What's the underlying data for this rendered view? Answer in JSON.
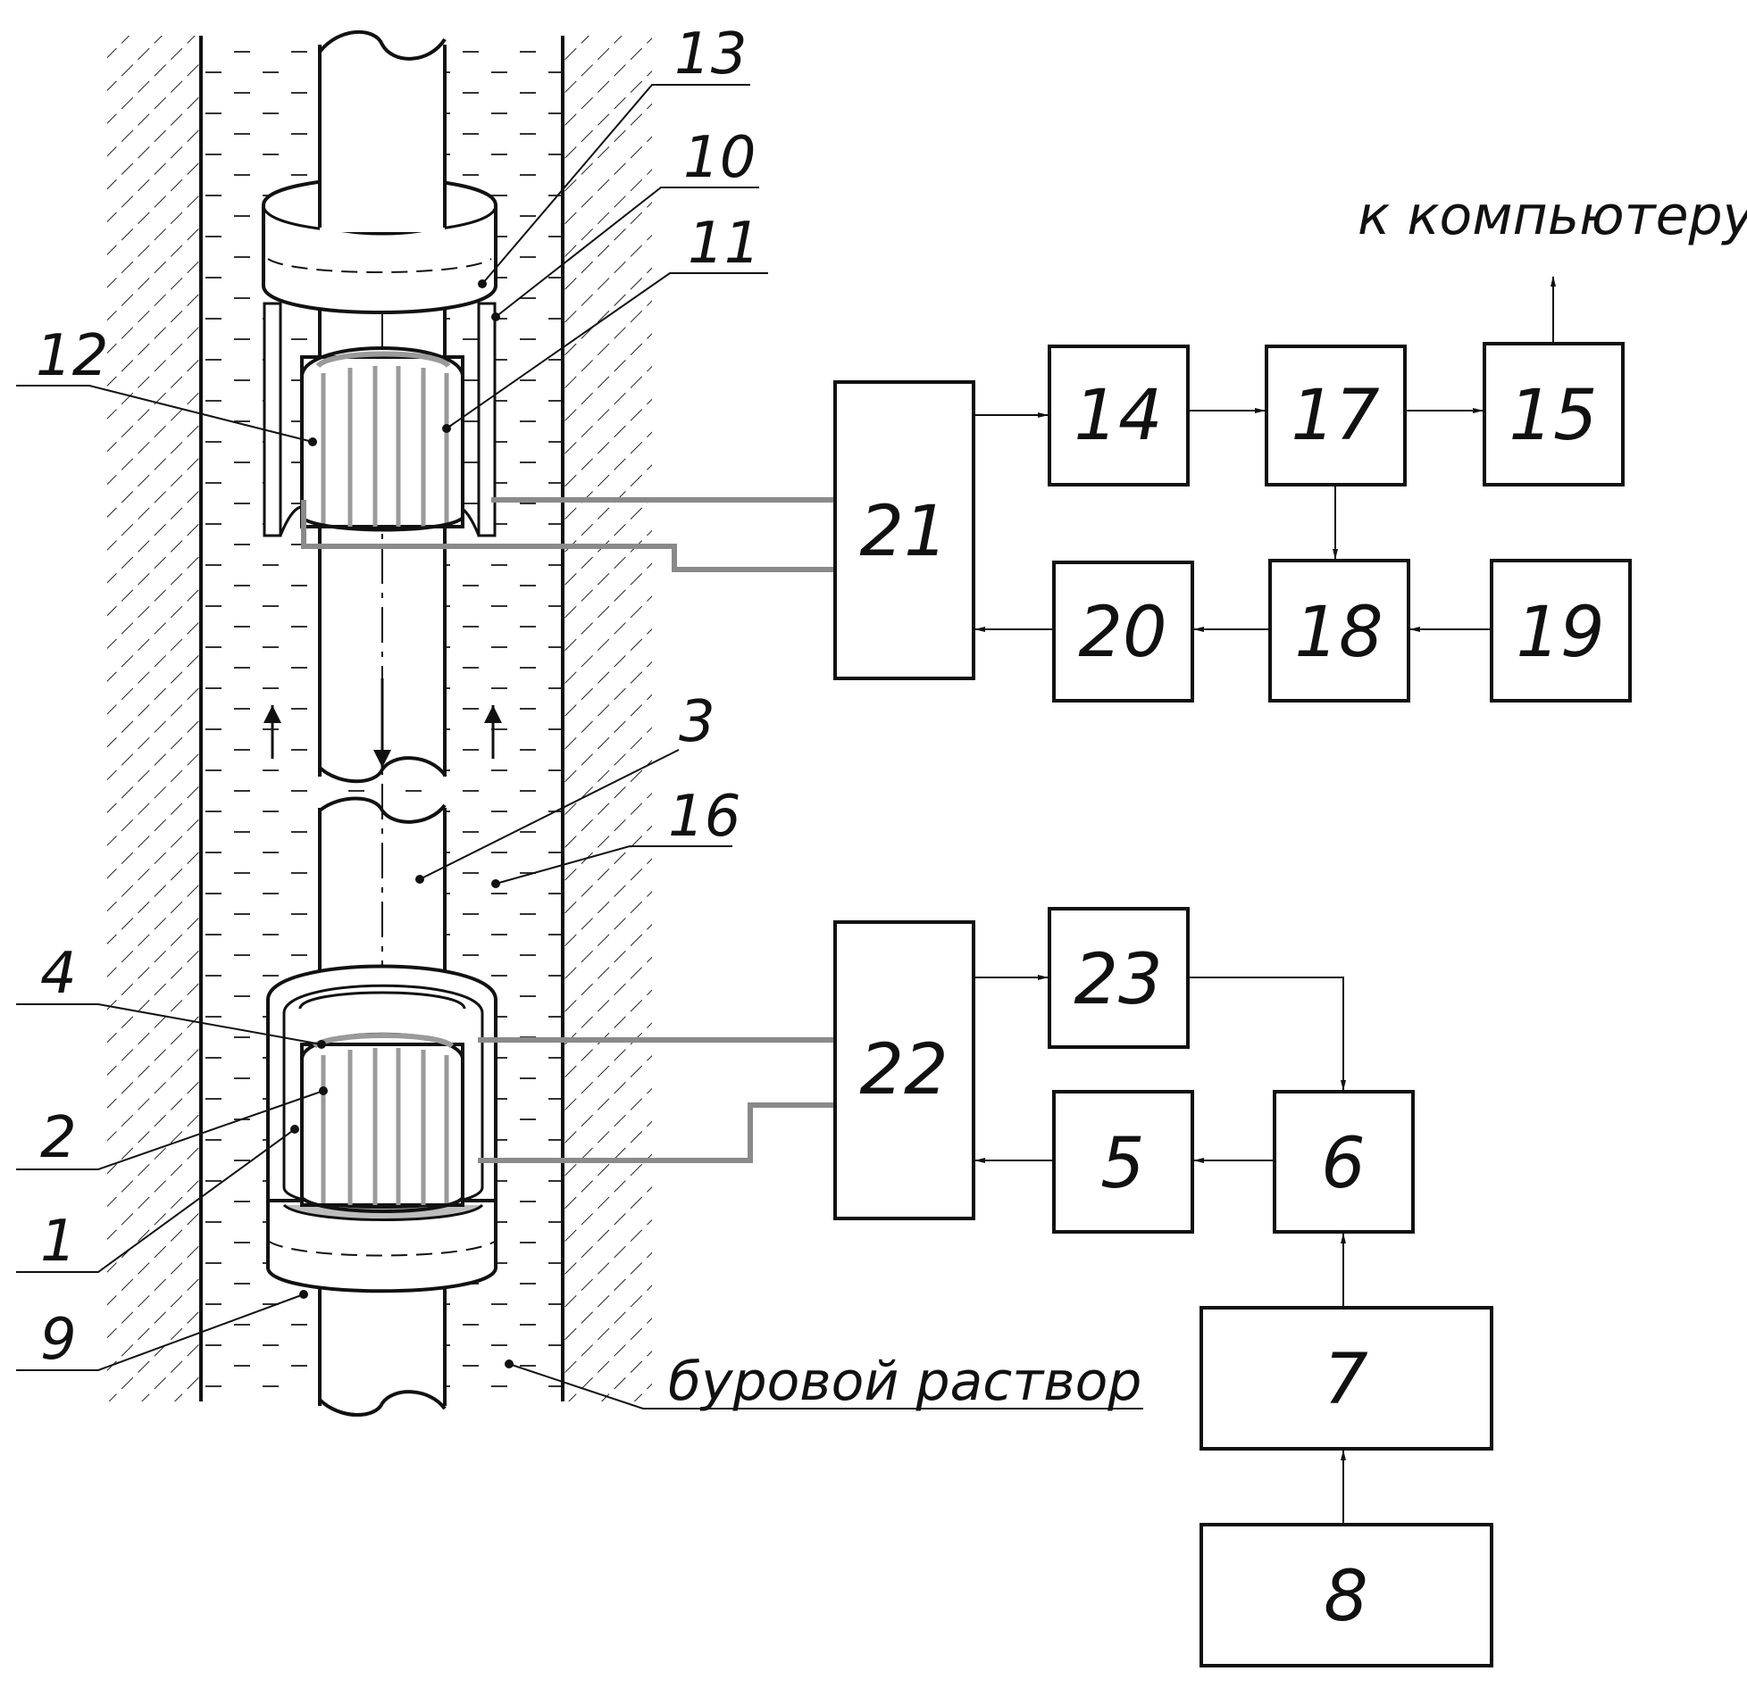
{
  "diagram": {
    "callouts": {
      "c1": "1",
      "c2": "2",
      "c3": "3",
      "c4": "4",
      "c9": "9",
      "c10": "10",
      "c11": "11",
      "c12": "12",
      "c13": "13",
      "c16": "16"
    },
    "blocks": {
      "b5": "5",
      "b6": "6",
      "b7": "7",
      "b8": "8",
      "b14": "14",
      "b15": "15",
      "b17": "17",
      "b18": "18",
      "b19": "19",
      "b20": "20",
      "b21": "21",
      "b22": "22",
      "b23": "23"
    },
    "captions": {
      "to_computer": "к компьютеру",
      "drilling_fluid": "буровой раствор"
    }
  },
  "colors": {
    "line": "#111111",
    "wire": "#8a8a8a",
    "coil": "#9a9a9a"
  }
}
